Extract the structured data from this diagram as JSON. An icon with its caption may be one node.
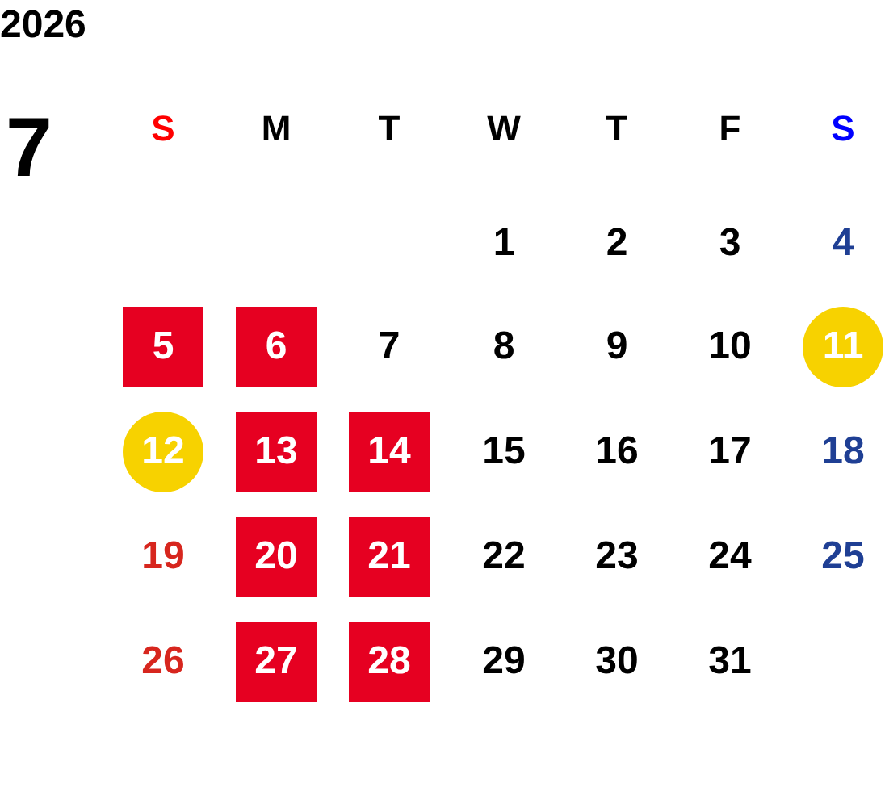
{
  "diagram": {
    "title": "2026",
    "nodes": [
      {
        "text": [
          "5"
        ]
      },
      {
        "text": [
          "6"
        ]
      },
      {
        "text": [
          "11"
        ]
      },
      {
        "text": [
          "12"
        ]
      },
      {
        "text": [
          "13"
        ]
      },
      {
        "text": [
          "14"
        ]
      },
      {
        "text": [
          "20"
        ]
      },
      {
        "text": [
          "21"
        ]
      },
      {
        "text": [
          "27"
        ]
      },
      {
        "text": [
          "28"
        ]
      }
    ],
    "labels": [
      "7",
      "S",
      "M",
      "T",
      "W",
      "T",
      "F",
      "S",
      "1",
      "2",
      "3",
      "4",
      "7",
      "8",
      "9",
      "10",
      "15",
      "16",
      "17",
      "18",
      "19",
      "22",
      "23",
      "24",
      "25",
      "26",
      "29",
      "30",
      "31"
    ]
  }
}
